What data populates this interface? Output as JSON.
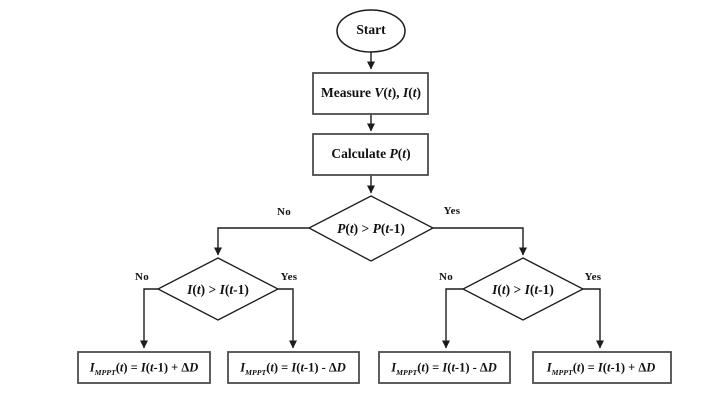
{
  "diagram": {
    "type": "flowchart",
    "description": "Perturb-and-observe style MPPT algorithm flowchart",
    "colors": {
      "background": "#ffffff",
      "line": "#1c1c1c",
      "box_border": "#4d4d4d",
      "text": "#111111"
    },
    "labels": {
      "no": "No",
      "yes": "Yes"
    },
    "nodes": {
      "start": {
        "shape": "oval",
        "text": "Start",
        "segments": [
          {
            "t": "Start"
          }
        ]
      },
      "measure": {
        "shape": "rectangle",
        "text": "Measure V(t), I(t)",
        "segments": [
          {
            "t": "Measure "
          },
          {
            "t": "V",
            "i": 1
          },
          {
            "t": "("
          },
          {
            "t": "t",
            "i": 1
          },
          {
            "t": "), "
          },
          {
            "t": "I",
            "i": 1
          },
          {
            "t": "("
          },
          {
            "t": "t",
            "i": 1
          },
          {
            "t": ")"
          }
        ]
      },
      "calculate": {
        "shape": "rectangle",
        "text": "Calculate P(t)",
        "segments": [
          {
            "t": "Calculate "
          },
          {
            "t": "P",
            "i": 1
          },
          {
            "t": "("
          },
          {
            "t": "t",
            "i": 1
          },
          {
            "t": ")"
          }
        ]
      },
      "decision_power": {
        "shape": "diamond",
        "text": "P(t) > P(t-1)",
        "segments": [
          {
            "t": "P",
            "i": 1
          },
          {
            "t": "("
          },
          {
            "t": "t",
            "i": 1
          },
          {
            "t": ") > "
          },
          {
            "t": "P",
            "i": 1
          },
          {
            "t": "("
          },
          {
            "t": "t",
            "i": 1
          },
          {
            "t": "-1)"
          }
        ]
      },
      "decision_current_left": {
        "shape": "diamond",
        "text": "I(t) > I(t-1)",
        "segments": [
          {
            "t": "I",
            "i": 1
          },
          {
            "t": "("
          },
          {
            "t": "t",
            "i": 1
          },
          {
            "t": ") > "
          },
          {
            "t": "I",
            "i": 1
          },
          {
            "t": "("
          },
          {
            "t": "t",
            "i": 1
          },
          {
            "t": "-1)"
          }
        ]
      },
      "decision_current_right": {
        "shape": "diamond",
        "text": "I(t) > I(t-1)",
        "segments": [
          {
            "t": "I",
            "i": 1
          },
          {
            "t": "("
          },
          {
            "t": "t",
            "i": 1
          },
          {
            "t": ") > "
          },
          {
            "t": "I",
            "i": 1
          },
          {
            "t": "("
          },
          {
            "t": "t",
            "i": 1
          },
          {
            "t": "-1)"
          }
        ]
      },
      "result_1": {
        "shape": "rectangle",
        "text": "IMPPT(t) = I(t-1) + ΔD",
        "segments": [
          {
            "t": "I",
            "i": 1
          },
          {
            "t": "MPPT",
            "i": 1,
            "sub": 1
          },
          {
            "t": "("
          },
          {
            "t": "t",
            "i": 1
          },
          {
            "t": ") = "
          },
          {
            "t": "I",
            "i": 1
          },
          {
            "t": "("
          },
          {
            "t": "t",
            "i": 1
          },
          {
            "t": "-1) + Δ"
          },
          {
            "t": "D",
            "i": 1
          }
        ]
      },
      "result_2": {
        "shape": "rectangle",
        "text": "IMPPT(t) = I(t-1) - ΔD",
        "segments": [
          {
            "t": "I",
            "i": 1
          },
          {
            "t": "MPPT",
            "i": 1,
            "sub": 1
          },
          {
            "t": "("
          },
          {
            "t": "t",
            "i": 1
          },
          {
            "t": ") = "
          },
          {
            "t": "I",
            "i": 1
          },
          {
            "t": "("
          },
          {
            "t": "t",
            "i": 1
          },
          {
            "t": "-1) - Δ"
          },
          {
            "t": "D",
            "i": 1
          }
        ]
      },
      "result_3": {
        "shape": "rectangle",
        "text": "IMPPT(t) = I(t-1) - ΔD",
        "segments": [
          {
            "t": "I",
            "i": 1
          },
          {
            "t": "MPPT",
            "i": 1,
            "sub": 1
          },
          {
            "t": "("
          },
          {
            "t": "t",
            "i": 1
          },
          {
            "t": ") = "
          },
          {
            "t": "I",
            "i": 1
          },
          {
            "t": "("
          },
          {
            "t": "t",
            "i": 1
          },
          {
            "t": "-1) - Δ"
          },
          {
            "t": "D",
            "i": 1
          }
        ]
      },
      "result_4": {
        "shape": "rectangle",
        "text": "IMPPT(t) = I(t-1) + ΔD",
        "segments": [
          {
            "t": "I",
            "i": 1
          },
          {
            "t": "MPPT",
            "i": 1,
            "sub": 1
          },
          {
            "t": "("
          },
          {
            "t": "t",
            "i": 1
          },
          {
            "t": ") = "
          },
          {
            "t": "I",
            "i": 1
          },
          {
            "t": "("
          },
          {
            "t": "t",
            "i": 1
          },
          {
            "t": "-1) + Δ"
          },
          {
            "t": "D",
            "i": 1
          }
        ]
      }
    },
    "edges": [
      {
        "from": "start",
        "to": "measure"
      },
      {
        "from": "measure",
        "to": "calculate"
      },
      {
        "from": "calculate",
        "to": "decision_power"
      },
      {
        "from": "decision_power",
        "to": "decision_current_left",
        "label": "No"
      },
      {
        "from": "decision_power",
        "to": "decision_current_right",
        "label": "Yes"
      },
      {
        "from": "decision_current_left",
        "to": "result_1",
        "label": "No"
      },
      {
        "from": "decision_current_left",
        "to": "result_2",
        "label": "Yes"
      },
      {
        "from": "decision_current_right",
        "to": "result_3",
        "label": "No"
      },
      {
        "from": "decision_current_right",
        "to": "result_4",
        "label": "Yes"
      }
    ]
  }
}
